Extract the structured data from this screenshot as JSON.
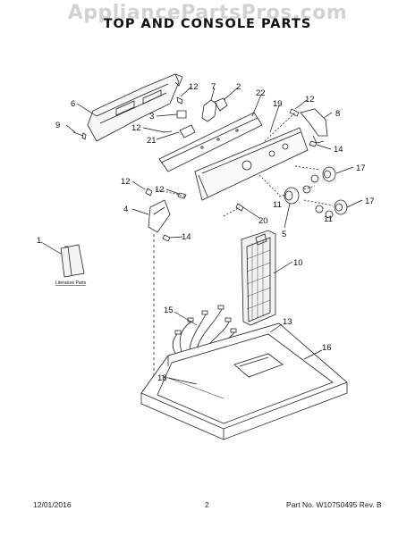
{
  "watermark": "AppliancePartsPros.com",
  "title": "TOP AND CONSOLE PARTS",
  "literature_label": "Literature Parts",
  "callouts": {
    "c1": "1",
    "c2": "2",
    "c3": "3",
    "c4": "4",
    "c5": "5",
    "c6": "6",
    "c7": "7",
    "c8": "8",
    "c9": "9",
    "c10": "10",
    "c11a": "11",
    "c11b": "11",
    "c12a": "12",
    "c12b": "12",
    "c12c": "12",
    "c12d": "12",
    "c12e": "12",
    "c13": "13",
    "c14a": "14",
    "c14b": "14",
    "c15": "15",
    "c16": "16",
    "c17a": "17",
    "c17b": "17",
    "c18": "18",
    "c19": "19",
    "c20": "20",
    "c21": "21",
    "c22": "22"
  },
  "footer": {
    "date": "12/01/2016",
    "page": "2",
    "part_no": "Part No. W10750495  Rev. B"
  }
}
